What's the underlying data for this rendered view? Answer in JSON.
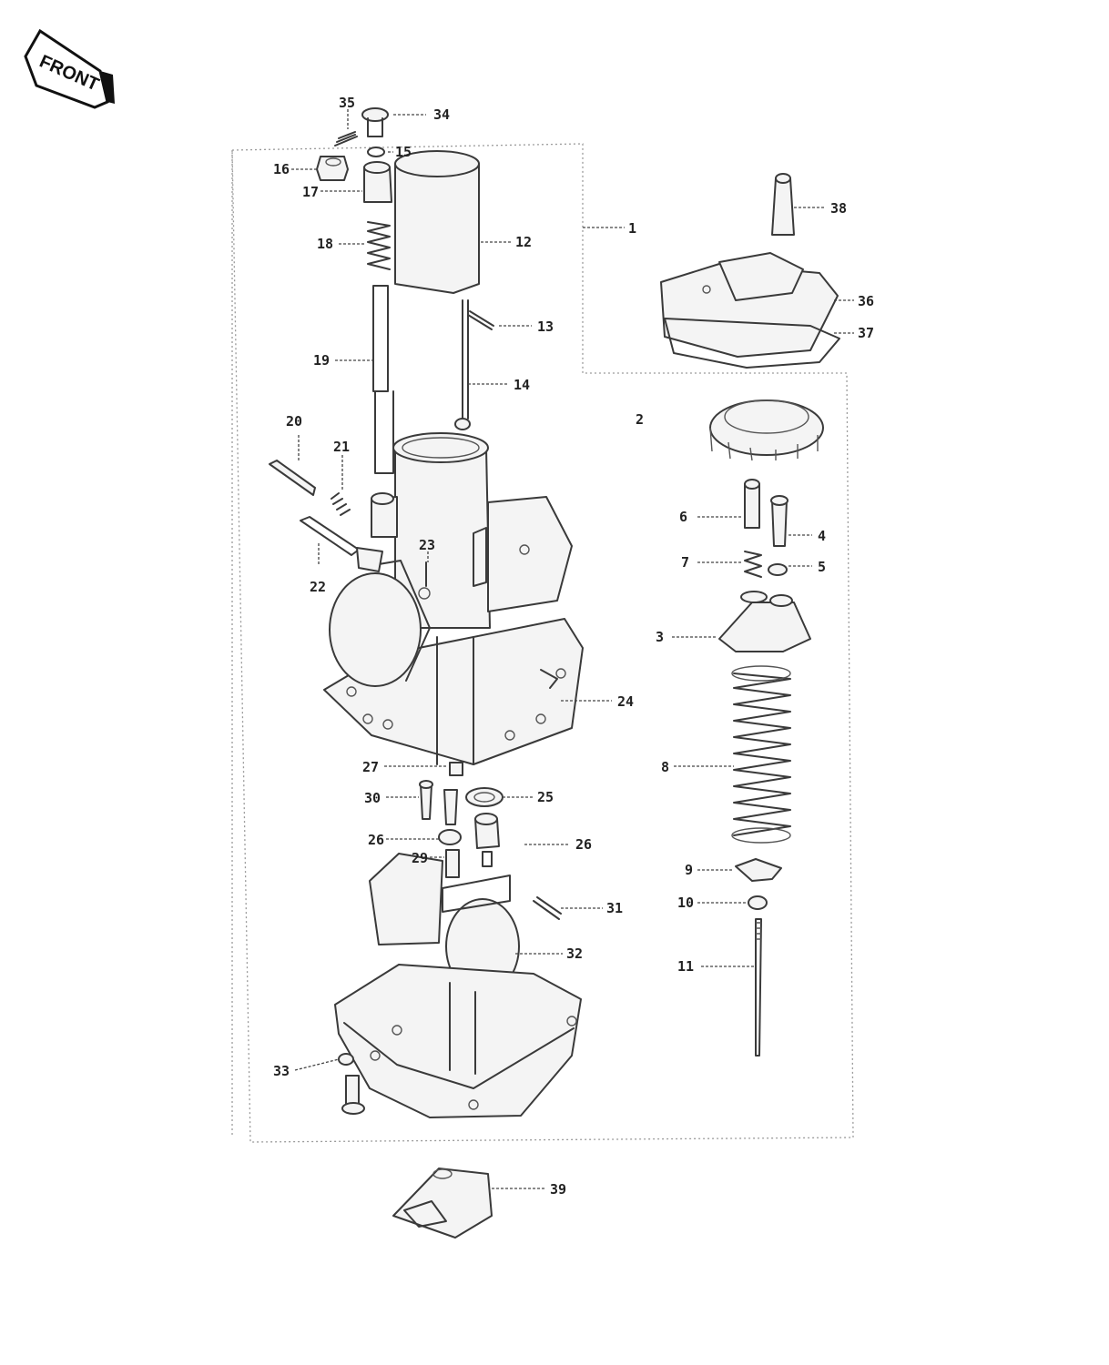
{
  "front_badge": {
    "label": "FRONT"
  },
  "callouts": {
    "c1": "1",
    "c2": "2",
    "c3": "3",
    "c4": "4",
    "c5": "5",
    "c6": "6",
    "c7": "7",
    "c8": "8",
    "c9": "9",
    "c10": "10",
    "c11": "11",
    "c12": "12",
    "c13": "13",
    "c14": "14",
    "c15": "15",
    "c16": "16",
    "c17": "17",
    "c18": "18",
    "c19": "19",
    "c20": "20",
    "c21": "21",
    "c22": "22",
    "c23": "23",
    "c24": "24",
    "c25": "25",
    "c26a": "26",
    "c26b": "26",
    "c27": "27",
    "c29": "29",
    "c30": "30",
    "c31": "31",
    "c32": "32",
    "c33": "33",
    "c34": "34",
    "c35": "35",
    "c36": "36",
    "c37": "37",
    "c38": "38",
    "c39": "39"
  }
}
